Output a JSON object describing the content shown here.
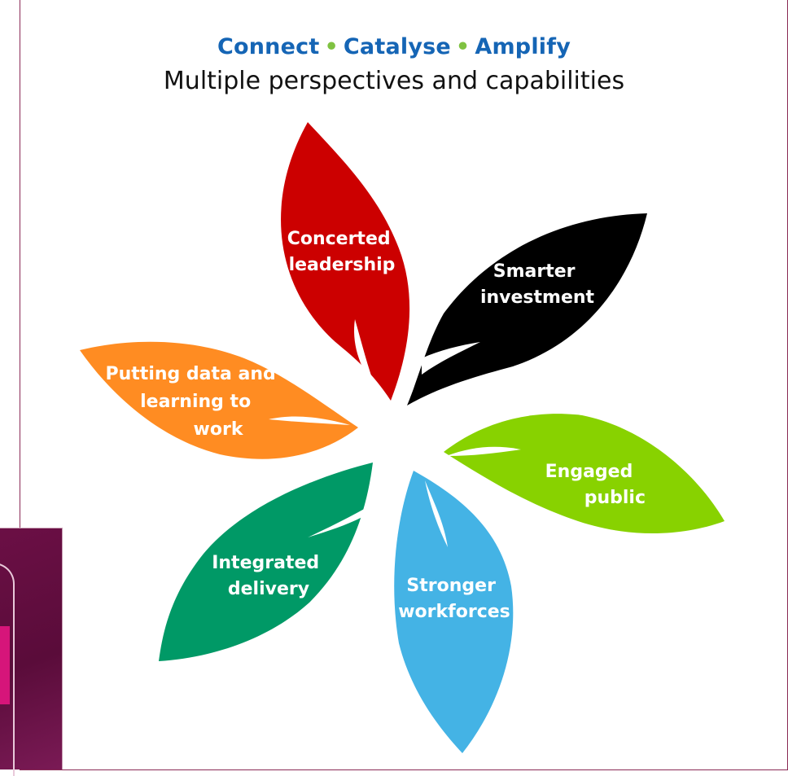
{
  "header": {
    "tagline_parts": [
      "Connect",
      "Catalyse",
      "Amplify"
    ],
    "separator": "•",
    "subtitle": "Multiple perspectives and capabilities"
  },
  "petals": [
    {
      "id": "concerted-leadership",
      "lines": [
        "Concerted",
        "leadership"
      ],
      "color": "#cc0000"
    },
    {
      "id": "smarter-investment",
      "lines": [
        "Smarter",
        "investment"
      ],
      "color": "#000000"
    },
    {
      "id": "engaged-public",
      "lines": [
        "Engaged",
        "public"
      ],
      "color": "#88d200"
    },
    {
      "id": "stronger-workforces",
      "lines": [
        "Stronger",
        "workforces"
      ],
      "color": "#44b3e5"
    },
    {
      "id": "integrated-delivery",
      "lines": [
        "Integrated",
        "delivery"
      ],
      "color": "#009966"
    },
    {
      "id": "putting-data-learning",
      "lines": [
        "Putting data and",
        "learning to",
        "work"
      ],
      "color": "#ff8c22"
    }
  ],
  "colors": {
    "tagline": "#1565b5",
    "separator": "#7fc241",
    "frame": "#8a2a55"
  }
}
